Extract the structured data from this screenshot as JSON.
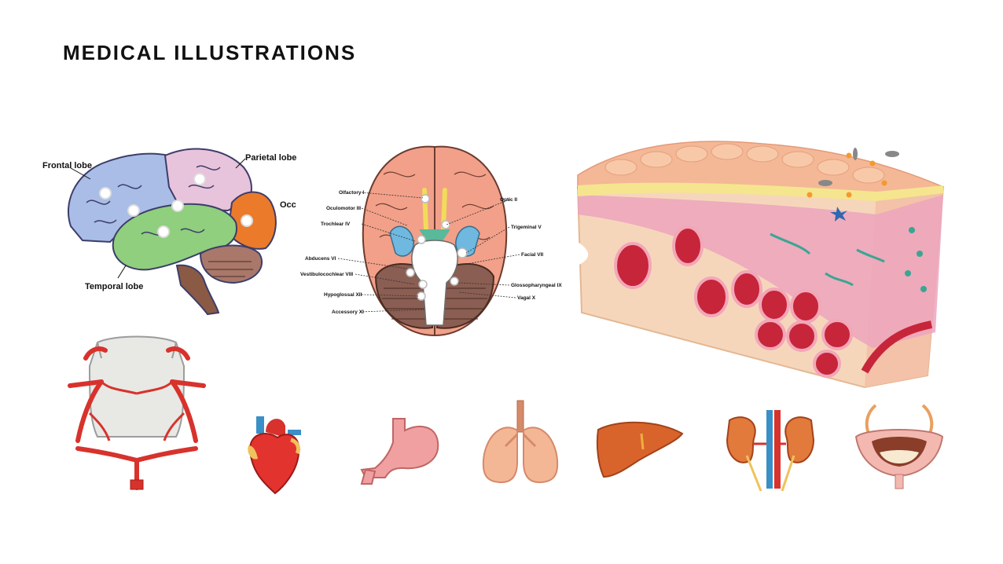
{
  "page": {
    "title": "MEDICAL ILLUSTRATIONS"
  },
  "brain_lateral": {
    "labels": {
      "frontal": "Frontal lobe",
      "parietal": "Parietal lobe",
      "occipital": "Occ",
      "temporal": "Temporal lobe"
    }
  },
  "brain_inferior": {
    "left_labels": [
      "Olfactory I",
      "Oculomotor III",
      "Trochlear IV",
      "Abducens VI",
      "Vestibulocochlear VIII",
      "Hypoglossal XII",
      "Accessory XI"
    ],
    "right_labels": [
      "Optic II",
      "Trigeminal V",
      "Facial VII",
      "Glossopharyngeal IX",
      "Vagal X"
    ]
  },
  "icons": [
    "brain-lateral-icon",
    "brain-inferior-icon",
    "skin-cross-section-icon",
    "circle-of-willis-icon",
    "heart-icon",
    "stomach-icon",
    "lungs-icon",
    "liver-icon",
    "kidneys-icon",
    "bladder-icon"
  ],
  "colors": {
    "frontal": "#a9bde6",
    "parietal": "#e8c3dc",
    "temporal": "#8fcf7d",
    "occipital": "#ec7a2b",
    "cerebellum": "#a9786a",
    "brainstem": "#8b5a44",
    "artery": "#d8322c",
    "skin": "#f4c9a6"
  }
}
